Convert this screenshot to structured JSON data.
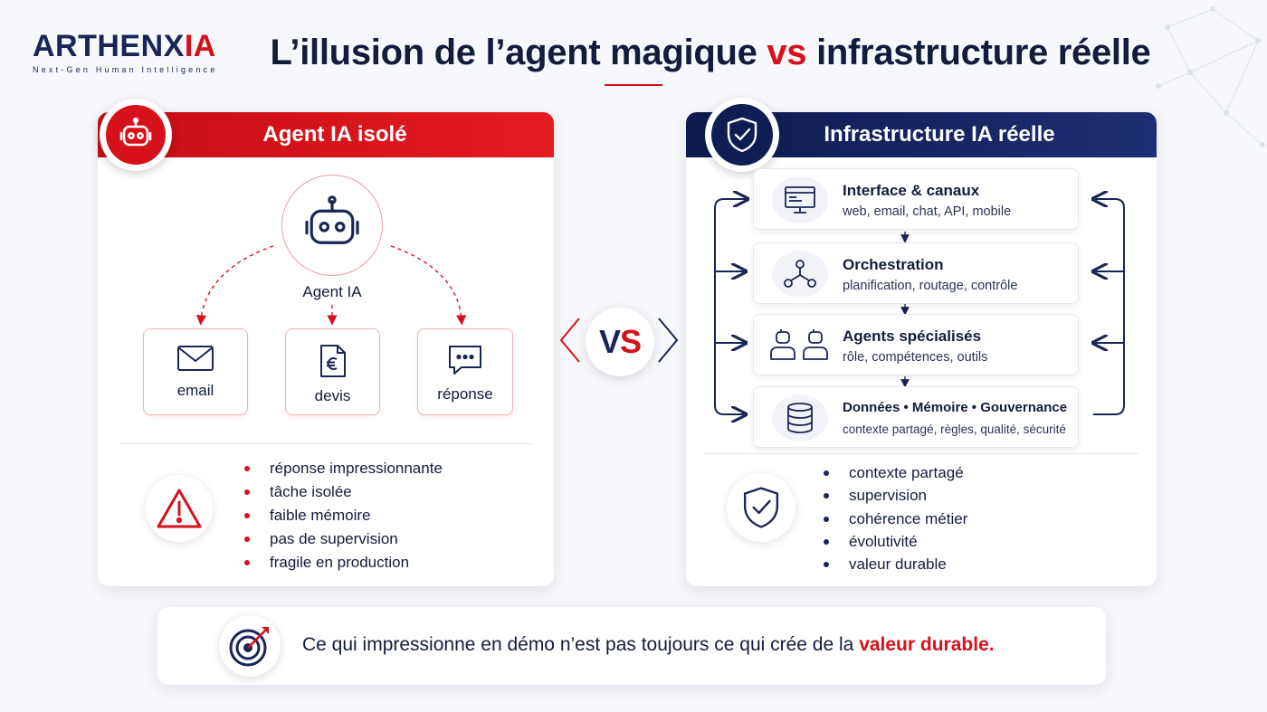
{
  "brand": {
    "name_part1": "ARTHENX",
    "name_part2": "IA",
    "tagline": "Next-Gen Human Intelligence"
  },
  "title": {
    "part1": "L’illusion de l’agent magique ",
    "vs": "vs",
    "part2": " infrastructure réelle"
  },
  "left_panel": {
    "header": "Agent IA isolé",
    "agent_label": "Agent IA",
    "tools": [
      {
        "label": "email",
        "icon": "envelope-icon"
      },
      {
        "label": "devis",
        "icon": "euro-document-icon"
      },
      {
        "label": "réponse",
        "icon": "chat-bubble-icon"
      }
    ],
    "bullets": [
      "réponse impressionnante",
      "tâche isolée",
      "faible mémoire",
      "pas de supervision",
      "fragile en production"
    ]
  },
  "vs_badge": {
    "v": "V",
    "s": "S"
  },
  "right_panel": {
    "header": "Infrastructure IA réelle",
    "layers": [
      {
        "title": "Interface & canaux",
        "subtitle": "web, email, chat, API, mobile",
        "icon": "monitor-icon"
      },
      {
        "title": "Orchestration",
        "subtitle": "planification, routage, contrôle",
        "icon": "network-nodes-icon"
      },
      {
        "title": "Agents spécialisés",
        "subtitle": "rôle, compétences, outils",
        "icon": "agents-icon"
      },
      {
        "title": "Données • Mémoire • Gouvernance",
        "subtitle": "contexte partagé, règles, qualité, sécurité",
        "icon": "database-icon"
      }
    ],
    "bullets": [
      "contexte partagé",
      "supervision",
      "cohérence métier",
      "évolutivité",
      "valeur durable"
    ]
  },
  "banner": {
    "text": "Ce qui impressionne en démo n’est pas toujours ce qui crée de la ",
    "highlight": "valeur durable."
  },
  "colors": {
    "red": "#d6111b",
    "navy": "#1a2557",
    "dark_text": "#131c3d"
  }
}
